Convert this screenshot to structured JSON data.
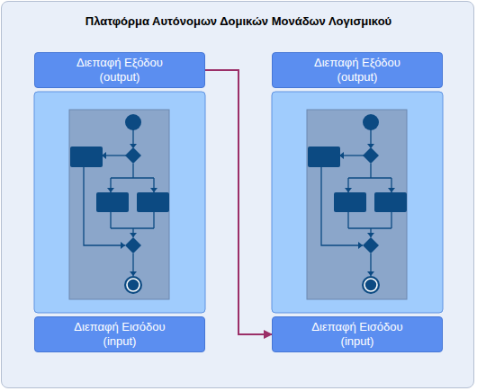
{
  "diagram": {
    "title": "Πλατφόρμα Αυτόνομων Δομικών Μονάδων Λογισμικού",
    "nodes": [
      {
        "text": [
          "Διεπαφή Εξόδου",
          "(output)"
        ]
      },
      {
        "text": [
          "Διεπαφή Εισόδου",
          "(input)"
        ]
      },
      {
        "text": [
          "Διεπαφή Εξόδου",
          "(output)"
        ]
      },
      {
        "text": [
          "Διεπαφή Εισόδου",
          "(input)"
        ]
      }
    ],
    "edges": [
      {
        "from": 0,
        "to": 3,
        "arrow": "to"
      }
    ]
  }
}
